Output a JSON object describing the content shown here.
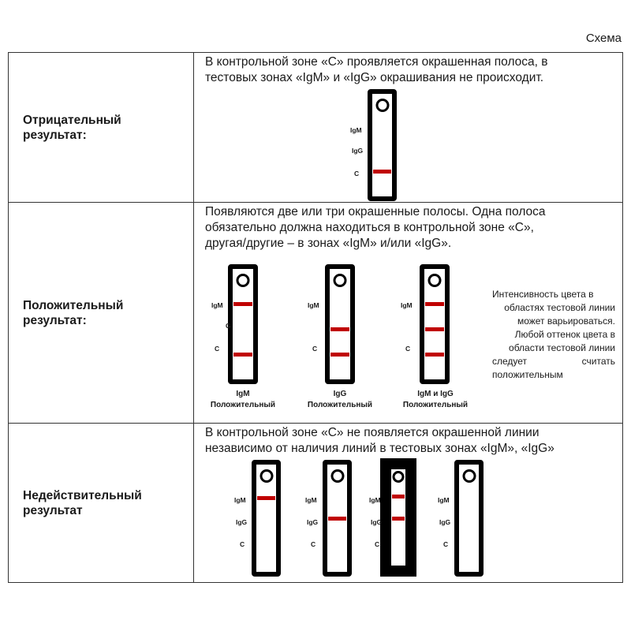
{
  "caption": "Схема",
  "rows": [
    {
      "label_l1": "Отрицательный",
      "label_l2": "результат:",
      "desc_l1": "В контрольной зоне «С» проявляется окрашенная полоса, в",
      "desc_l2": "тестовых зонах «IgM» и «IgG» окрашивания не происходит.",
      "strip": {
        "igm": "IgM",
        "igg": "IgG",
        "c": "C"
      }
    },
    {
      "label_l1": "Положительный",
      "label_l2": "результат:",
      "desc_l1": "Появляются две или три окрашенные полосы. Одна полоса",
      "desc_l2": "обязательно должна находиться в контрольной зоне «С»,",
      "desc_l3": "другая/другие – в зонах «IgM» и/или «IgG».",
      "strips": [
        {
          "igm": "IgM",
          "igg": "G",
          "c": "C",
          "under_l1": "IgM",
          "under_l2": "Положительный"
        },
        {
          "igm": "IgM",
          "igg": "",
          "c": "C",
          "under_l1": "IgG",
          "under_l2": "Положительный"
        },
        {
          "igm": "IgM",
          "igg": "",
          "c": "C",
          "under_l1": "IgM и IgG",
          "under_l2": "Положительный"
        }
      ],
      "note": [
        "Интенсивность цвета в",
        "областях тестовой линии",
        "может варьироваться.",
        "Любой оттенок цвета в",
        "области тестовой линии",
        "следует считать",
        "положительным"
      ]
    },
    {
      "label_l1": "Недействительный",
      "label_l2": "результат",
      "desc_l1": "В контрольной зоне «С» не появляется окрашенной линии",
      "desc_l2": "независимо от наличия линий в тестовых зонах «IgM», «IgG»",
      "strips": [
        {
          "igm": "IgM",
          "igg": "IgG",
          "c": "C"
        },
        {
          "igm": "IgM",
          "igg": "IgG",
          "c": "C"
        },
        {
          "igm": "IgM",
          "igg": "IgG",
          "c": "C"
        },
        {
          "igm": "IgM",
          "igg": "IgG",
          "c": "C"
        }
      ]
    }
  ],
  "colors": {
    "band": "#c00000",
    "strip_border": "#000000"
  }
}
